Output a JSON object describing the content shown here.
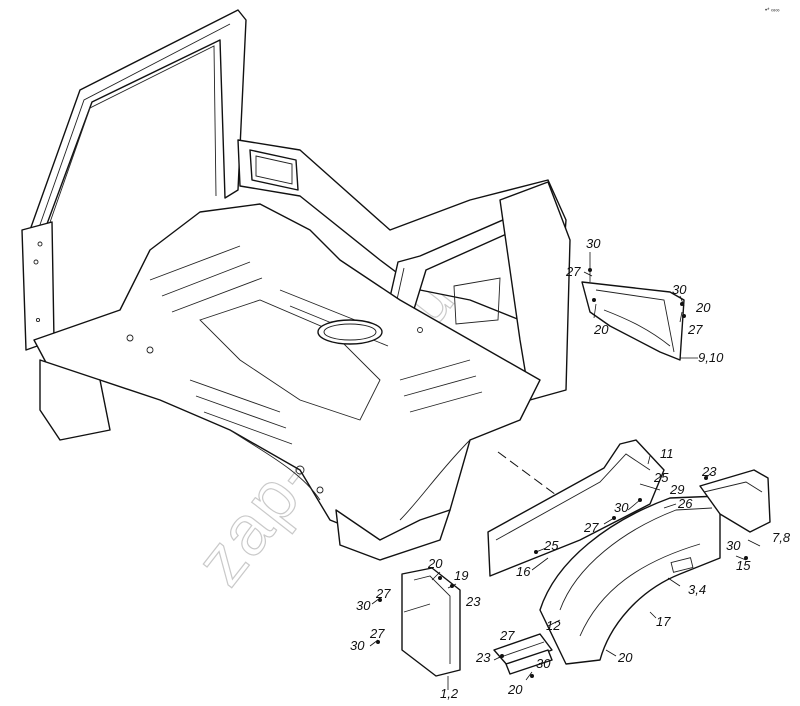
{
  "watermark": "zap-kam.ru",
  "corner_mark": "•* ∞∞",
  "callouts": {
    "c30_a": "30",
    "c27_a": "27",
    "c20_a": "20",
    "c30_b": "30",
    "c20_b": "20",
    "c27_b": "27",
    "c910": "9,10",
    "c11": "11",
    "c25_a": "25",
    "c23_a": "23",
    "c29": "29",
    "c30_c": "30",
    "c26": "26",
    "c27_c": "27",
    "c78": "7,8",
    "c25_b": "25",
    "c16": "16",
    "c30_d": "30",
    "c15": "15",
    "c12": "12",
    "c34": "3,4",
    "c17": "17",
    "c20_c": "20",
    "c19": "19",
    "c23_b": "23",
    "c27_d": "27",
    "c30_e": "30",
    "c27_e": "27",
    "c30_f": "30",
    "c12b": "1,2",
    "c27_f": "27",
    "c23_c": "23",
    "c30_g": "30",
    "c20_d": "20",
    "c20_e": "20"
  }
}
